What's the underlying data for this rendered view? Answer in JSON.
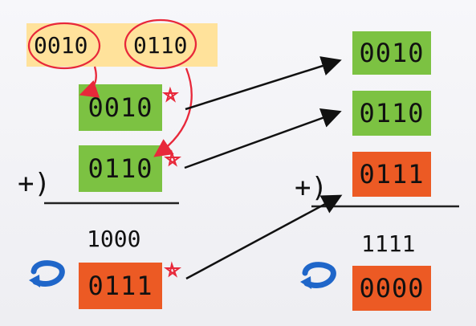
{
  "left": {
    "top_bytes": [
      "0010",
      "0110"
    ],
    "operand_a": "0010",
    "operand_b": "0110",
    "plus_sign": "+)",
    "carry_result": "1000",
    "sum": "0111"
  },
  "right": {
    "operand_a": "0010",
    "operand_b": "0110",
    "operand_c": "0111",
    "plus_sign": "+)",
    "carry_result": "1111",
    "sum": "0000"
  },
  "colors": {
    "operand": "#7cc242",
    "result": "#ec5a24",
    "highlight": "#ffe29b",
    "annotation": "#e8283a",
    "arrow": "#111111",
    "loop_icon": "#1f66c9"
  },
  "icons": {
    "left_loop": "circular-arrow-icon",
    "right_loop": "circular-arrow-icon"
  }
}
